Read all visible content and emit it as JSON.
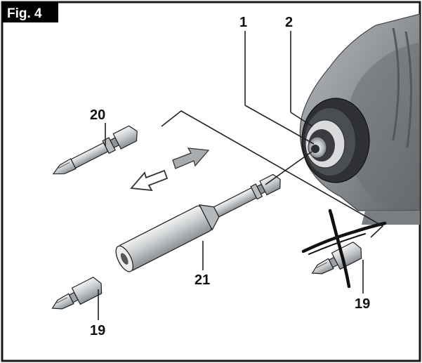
{
  "figure": {
    "tag": "Fig. 4",
    "callouts": {
      "c1": "1",
      "c2": "2",
      "c20": "20",
      "c21": "21",
      "c19_left": "19",
      "c19_right": "19"
    }
  },
  "icons": {
    "tool": "impact-driver-icon",
    "bit": "screwdriver-bit-icon",
    "holder": "bit-holder-icon",
    "arrows": "insert-remove-arrows-icon",
    "cross": "cross-out-icon"
  },
  "colors": {
    "frame": "#1a1a1a",
    "tool_body": "#8f9398",
    "tool_dark": "#3a3c3f",
    "metal": "#d4d6d8",
    "metal_shade": "#9ea2a6"
  }
}
